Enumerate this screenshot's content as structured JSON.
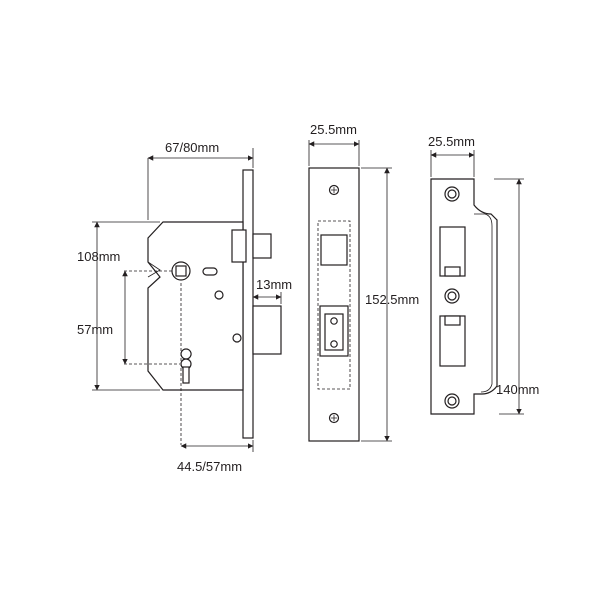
{
  "colors": {
    "line": "#231f20",
    "background": "#ffffff"
  },
  "lock_body": {
    "width_label": "67/80mm",
    "height_label": "108mm",
    "centres_label": "57mm",
    "latch_projection_label": "13mm",
    "backset_label": "44.5/57mm"
  },
  "forend": {
    "width_label": "25.5mm",
    "length_label": "152.5mm"
  },
  "strike_plate": {
    "width_label": "25.5mm",
    "length_label": "140mm"
  }
}
